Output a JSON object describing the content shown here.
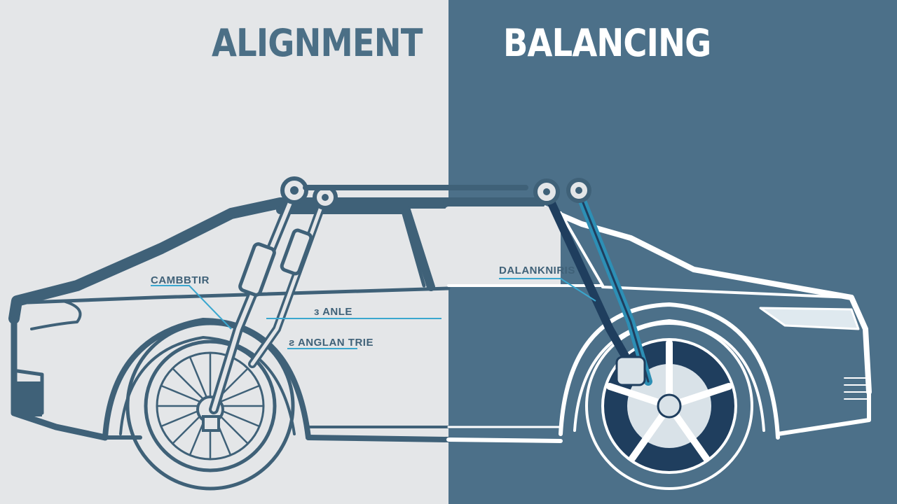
{
  "colors": {
    "left_bg": "#e4e6e8",
    "right_bg": "#4c7089",
    "line_dark": "#3f6178",
    "line_light": "#ffffff",
    "accent": "#3aa7cf",
    "title_left": "#4b6f86",
    "title_right": "#ffffff"
  },
  "titles": {
    "left": "ALIGNMENT",
    "right": "BALANCING"
  },
  "labels": {
    "camber": "CAMBBTIR",
    "angle": "ɜ ANLE",
    "toe": "ƨ ANGLAN TRIE",
    "balancing": "DALANKNIRIS"
  }
}
